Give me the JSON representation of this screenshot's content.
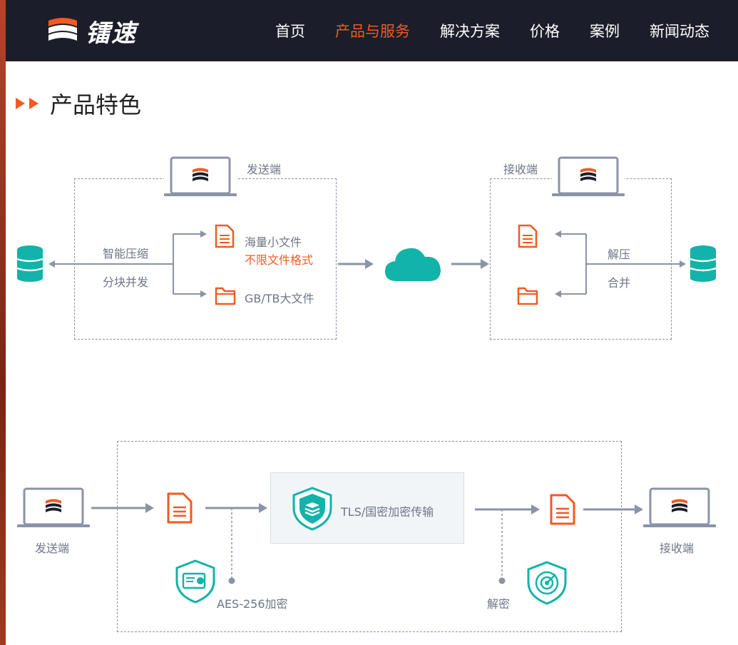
{
  "brand": {
    "name": "镭速",
    "logo_icon": "raysync-logo-icon"
  },
  "nav": {
    "items": [
      {
        "label": "首页",
        "active": false
      },
      {
        "label": "产品与服务",
        "active": true
      },
      {
        "label": "解决方案",
        "active": false
      },
      {
        "label": "价格",
        "active": false
      },
      {
        "label": "案例",
        "active": false
      },
      {
        "label": "新闻动态",
        "active": false
      }
    ]
  },
  "section": {
    "title": "产品特色"
  },
  "diagram1": {
    "sender_label": "发送端",
    "receiver_label": "接收端",
    "compress_label": "智能压缩",
    "split_label": "分块并发",
    "small_files": "海量小文件",
    "any_format": "不限文件格式",
    "large_files": "GB/TB大文件",
    "decompress_label": "解压",
    "merge_label": "合并"
  },
  "diagram2": {
    "sender_label": "发送端",
    "receiver_label": "接收端",
    "tls_label": "TLS/国密加密传输",
    "aes_label": "AES-256加密",
    "decrypt_label": "解密"
  },
  "colors": {
    "nav_bg": "#1b1e2a",
    "accent_orange": "#f15a22",
    "teal": "#12b3a8",
    "line_gray": "#8b93a6",
    "text_gray": "#6e7687"
  }
}
